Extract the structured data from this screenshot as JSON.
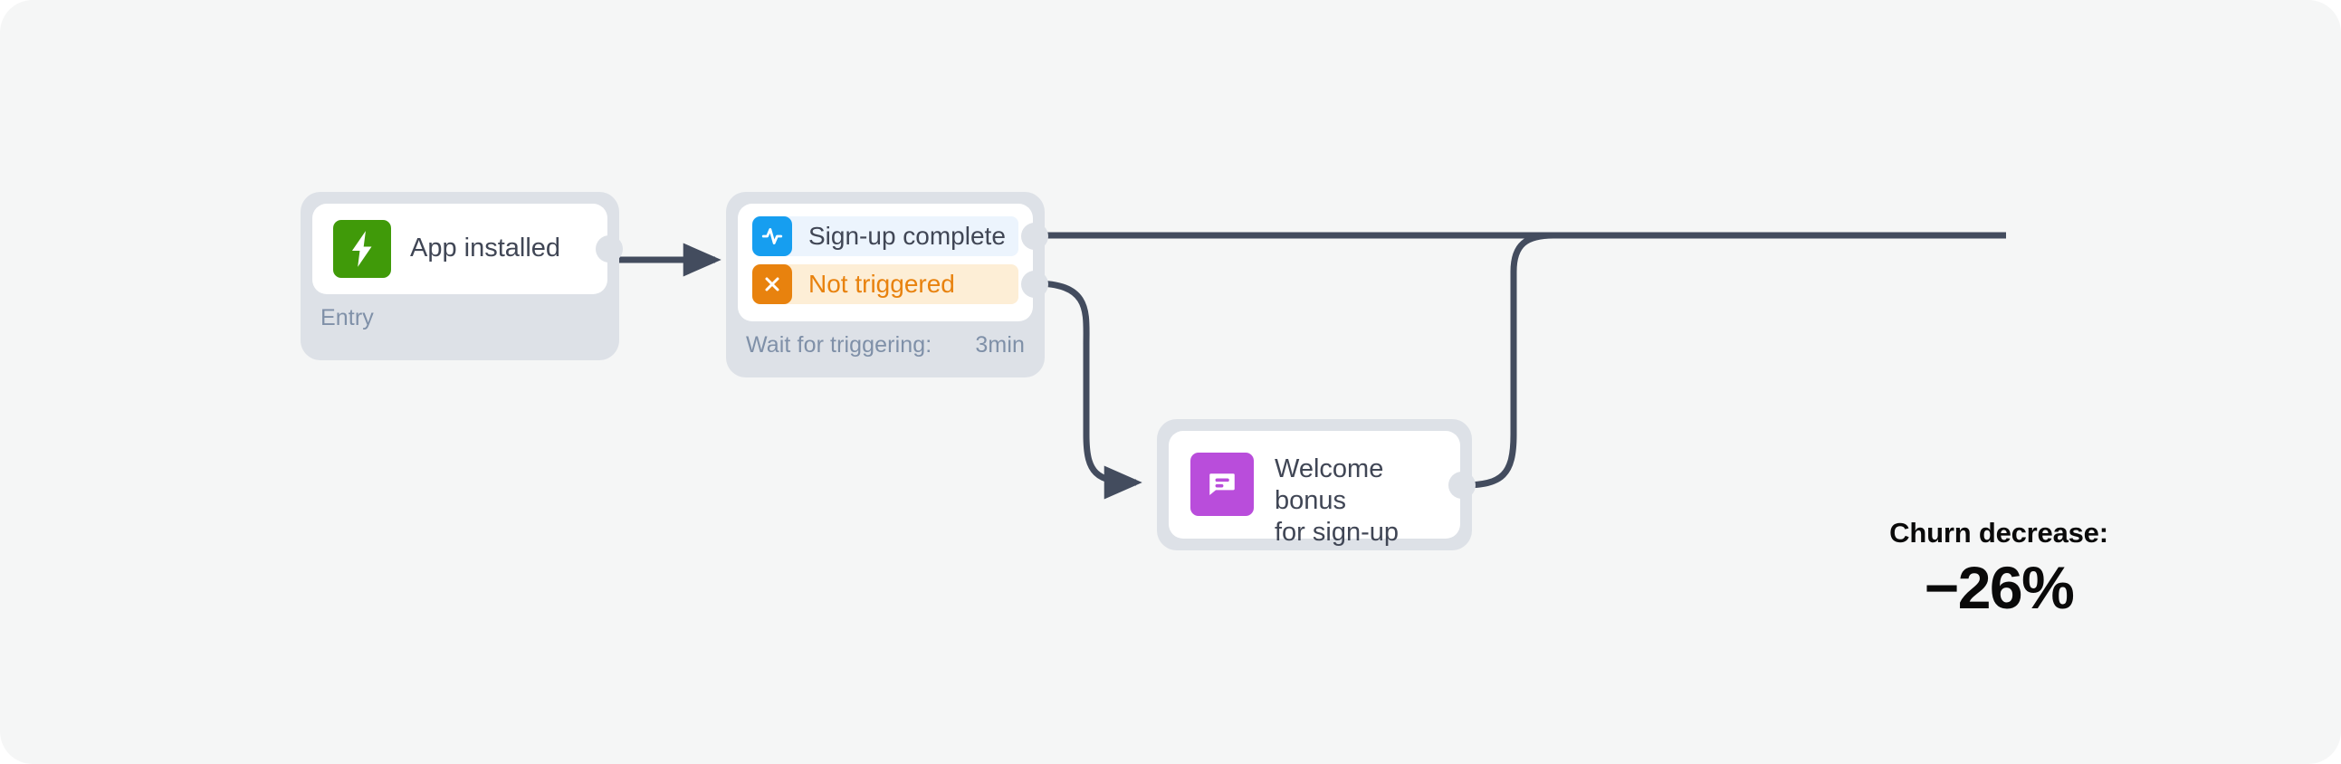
{
  "canvas": {
    "background": "#f5f6f6",
    "page_background": "#ffffff"
  },
  "colors": {
    "wire": "#434c5e",
    "node_shell": "#dde1e7",
    "card": "#ffffff",
    "title_text": "#404655",
    "muted_text": "#7f90a8",
    "green": "#409a09",
    "blue": "#169ef0",
    "orange": "#e8820e",
    "purple": "#b94ddb",
    "row_ok_bg": "#ecf4fd",
    "row_fail_bg": "#fdeed6",
    "metric_text": "#0a0a0a"
  },
  "nodes": {
    "entry": {
      "title": "App installed",
      "icon": "lightning-bolt-icon",
      "icon_color": "#409a09",
      "footer_label": "Entry"
    },
    "trigger": {
      "rows": [
        {
          "label": "Sign-up complete",
          "icon": "activity-pulse-icon",
          "icon_color": "#169ef0",
          "state": "ok"
        },
        {
          "label": "Not triggered",
          "icon": "close-x-icon",
          "icon_color": "#e8820e",
          "state": "fail"
        }
      ],
      "footer_label": "Wait for triggering:",
      "footer_value": "3min"
    },
    "message": {
      "title": "Welcome bonus\nfor sign-up",
      "icon": "chat-message-icon",
      "icon_color": "#b94ddb"
    }
  },
  "metric": {
    "label": "Churn decrease:",
    "value": "−26%"
  }
}
